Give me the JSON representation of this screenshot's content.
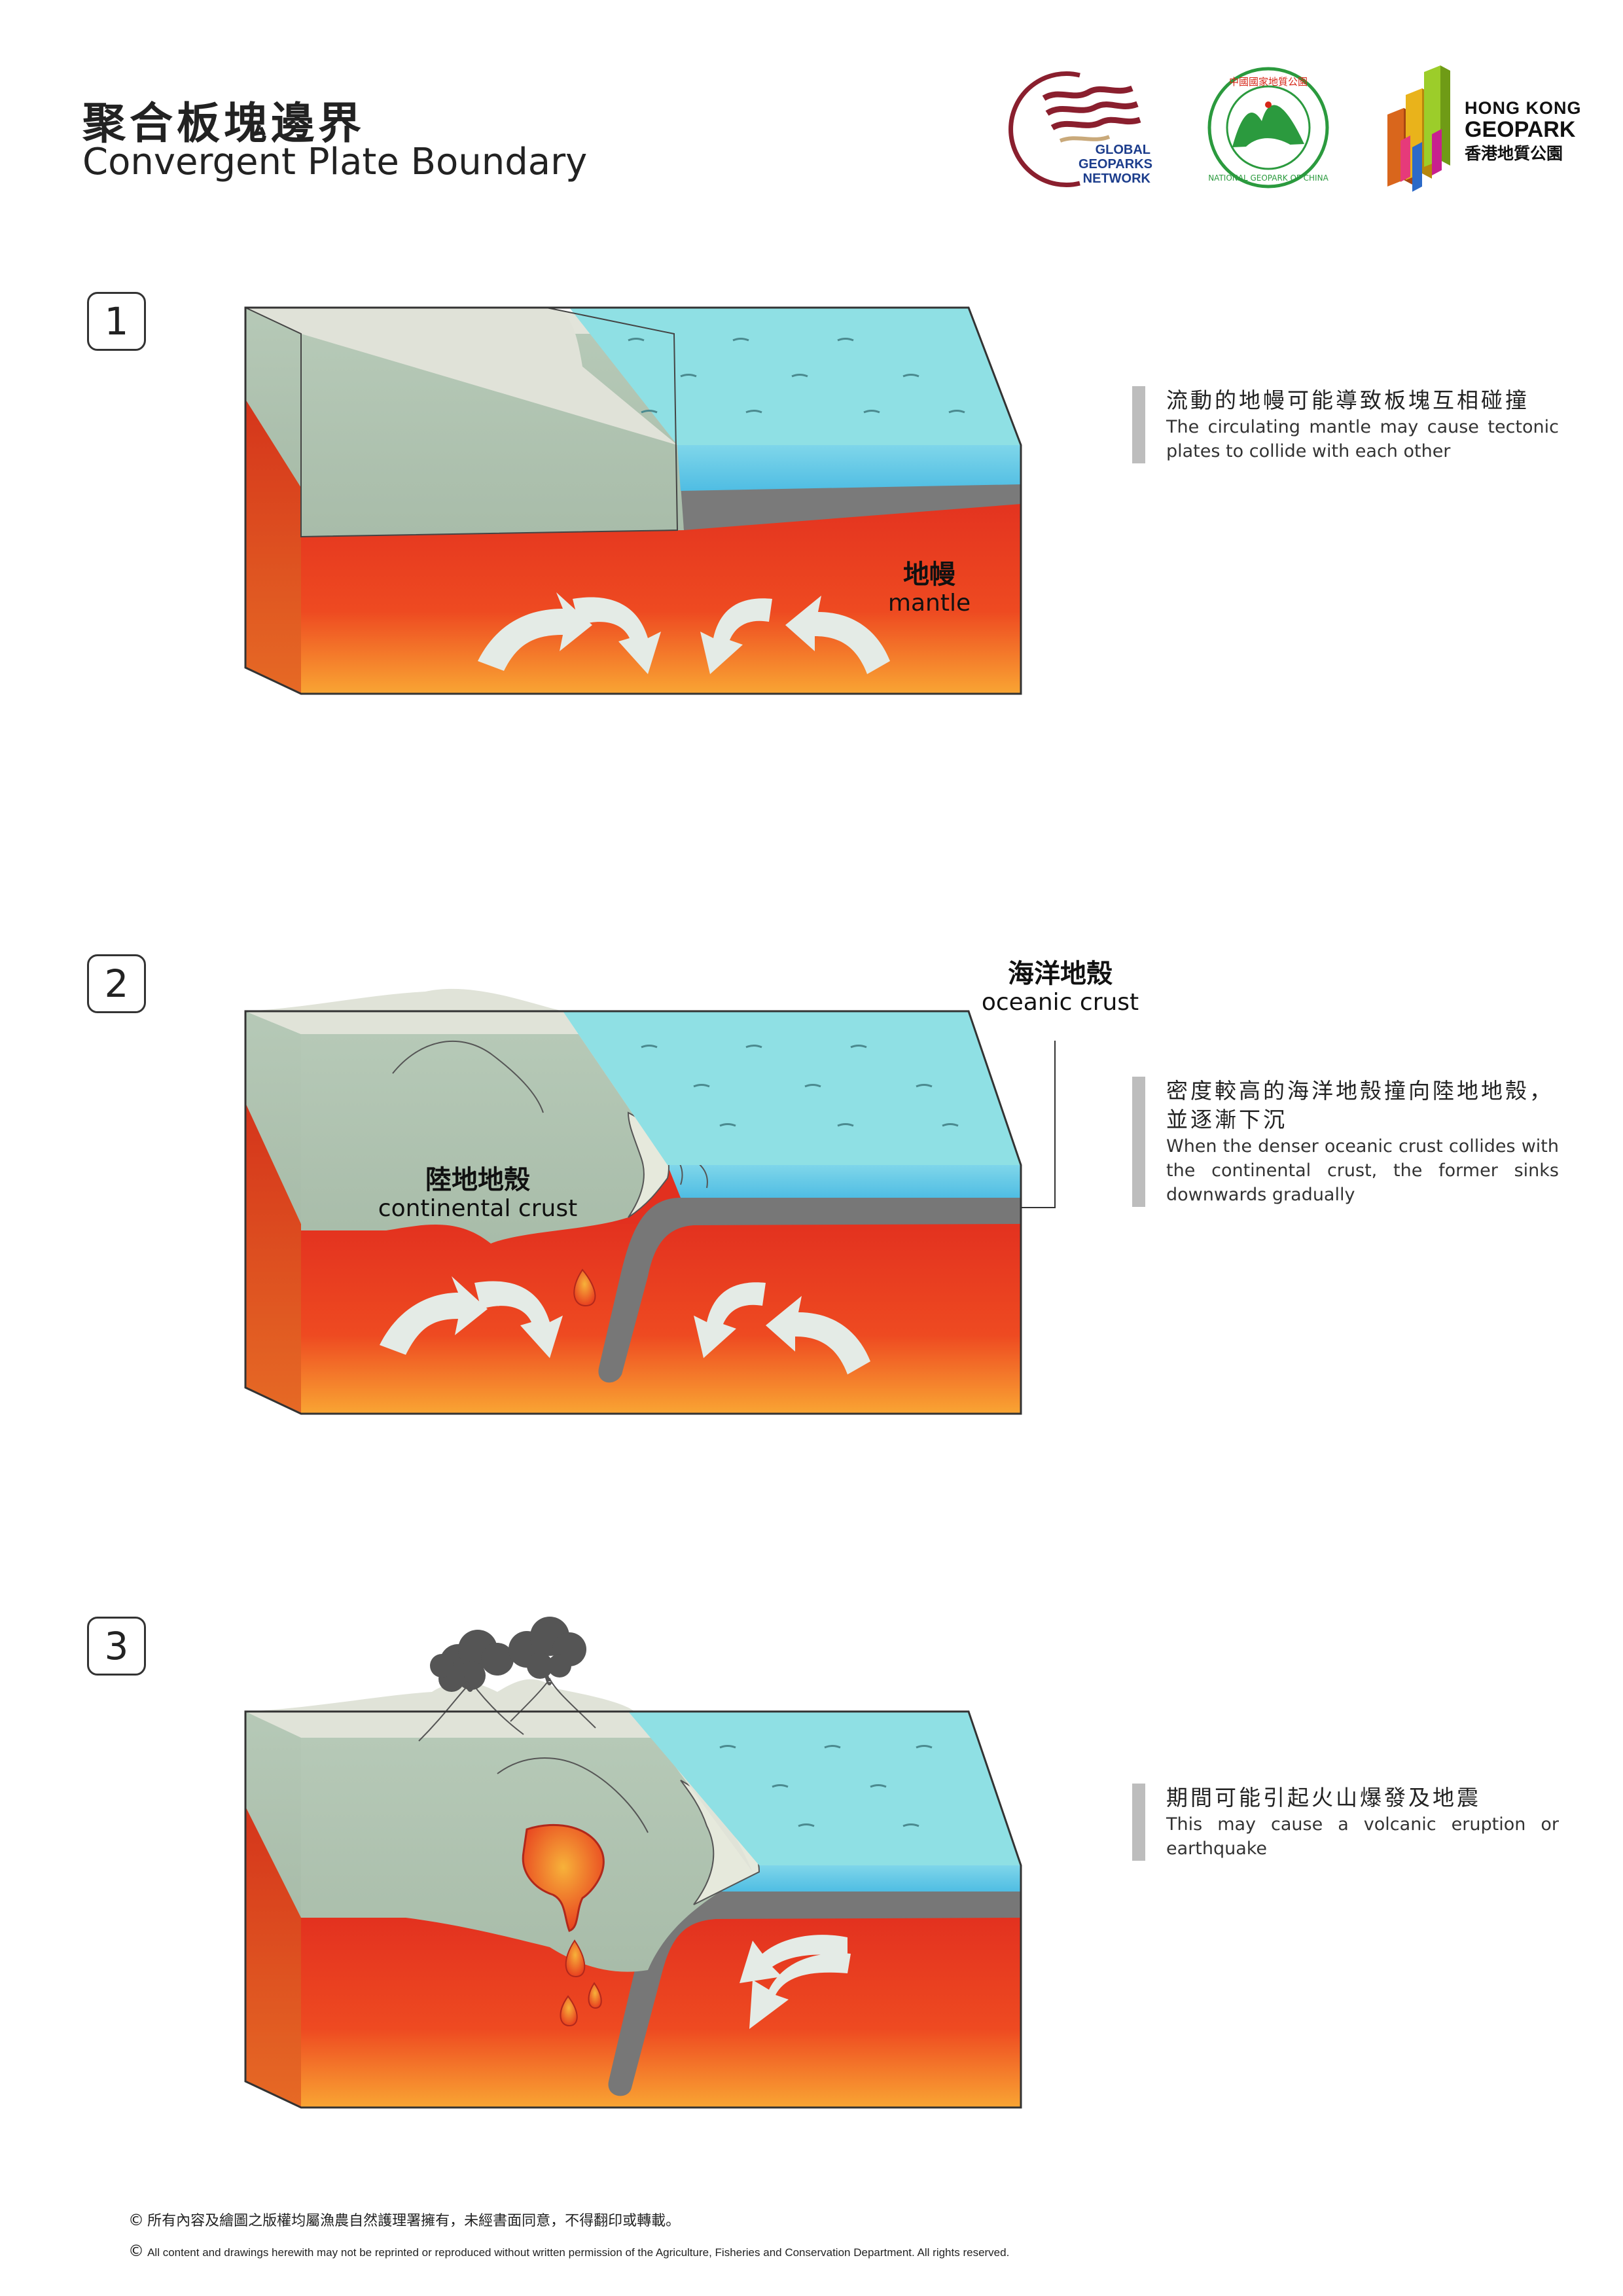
{
  "header": {
    "title_zh": "聚合板塊邊界",
    "title_en": "Convergent Plate Boundary"
  },
  "logos": {
    "global_geoparks": "GLOBAL GEOPARKS NETWORK",
    "global_line1": "GLOBAL",
    "global_line2": "GEOPARKS",
    "global_line3": "NETWORK",
    "national_geopark_ring": "NATIONAL GEOPARK OF CHINA",
    "national_geopark_zh": "中國國家地質公園",
    "hk_line1": "HONG KONG",
    "hk_line2": "GEOPARK",
    "hk_line3": "香港地質公園"
  },
  "steps": [
    {
      "number": "1",
      "desc_zh": "流動的地幔可能導致板塊互相碰撞",
      "desc_en": "The circulating mantle may cause tectonic plates to collide with each other",
      "labels": {
        "mantle_zh": "地幔",
        "mantle_en": "mantle"
      }
    },
    {
      "number": "2",
      "desc_zh": "密度較高的海洋地殼撞向陸地地殼，並逐漸下沉",
      "desc_en": "When the denser oceanic crust collides with the continental crust, the former sinks downwards gradually",
      "labels": {
        "oceanic_zh": "海洋地殼",
        "oceanic_en": "oceanic crust",
        "continental_zh": "陸地地殼",
        "continental_en": "continental crust"
      }
    },
    {
      "number": "3",
      "desc_zh": "期間可能引起火山爆發及地震",
      "desc_en": "This may cause a volcanic eruption or earthquake"
    }
  ],
  "footer": {
    "copyright_symbol": "©",
    "line_zh": "所有內容及繪圖之版權均屬漁農自然護理署擁有，未經書面同意，不得翻印或轉載。",
    "line_en": "All content and drawings herewith may not be reprinted or reproduced without written permission of the Agriculture, Fisheries and Conservation Department. All rights reserved."
  },
  "colors": {
    "ocean": "#8fe0e4",
    "ocean_side": "#52c3e4",
    "continent": "#cfd6c8",
    "continent_side": "#a9c0ad",
    "mantle_top": "#e8341f",
    "mantle_bottom": "#f9a533",
    "slab": "#777777",
    "arrow": "#e4ebe6"
  }
}
